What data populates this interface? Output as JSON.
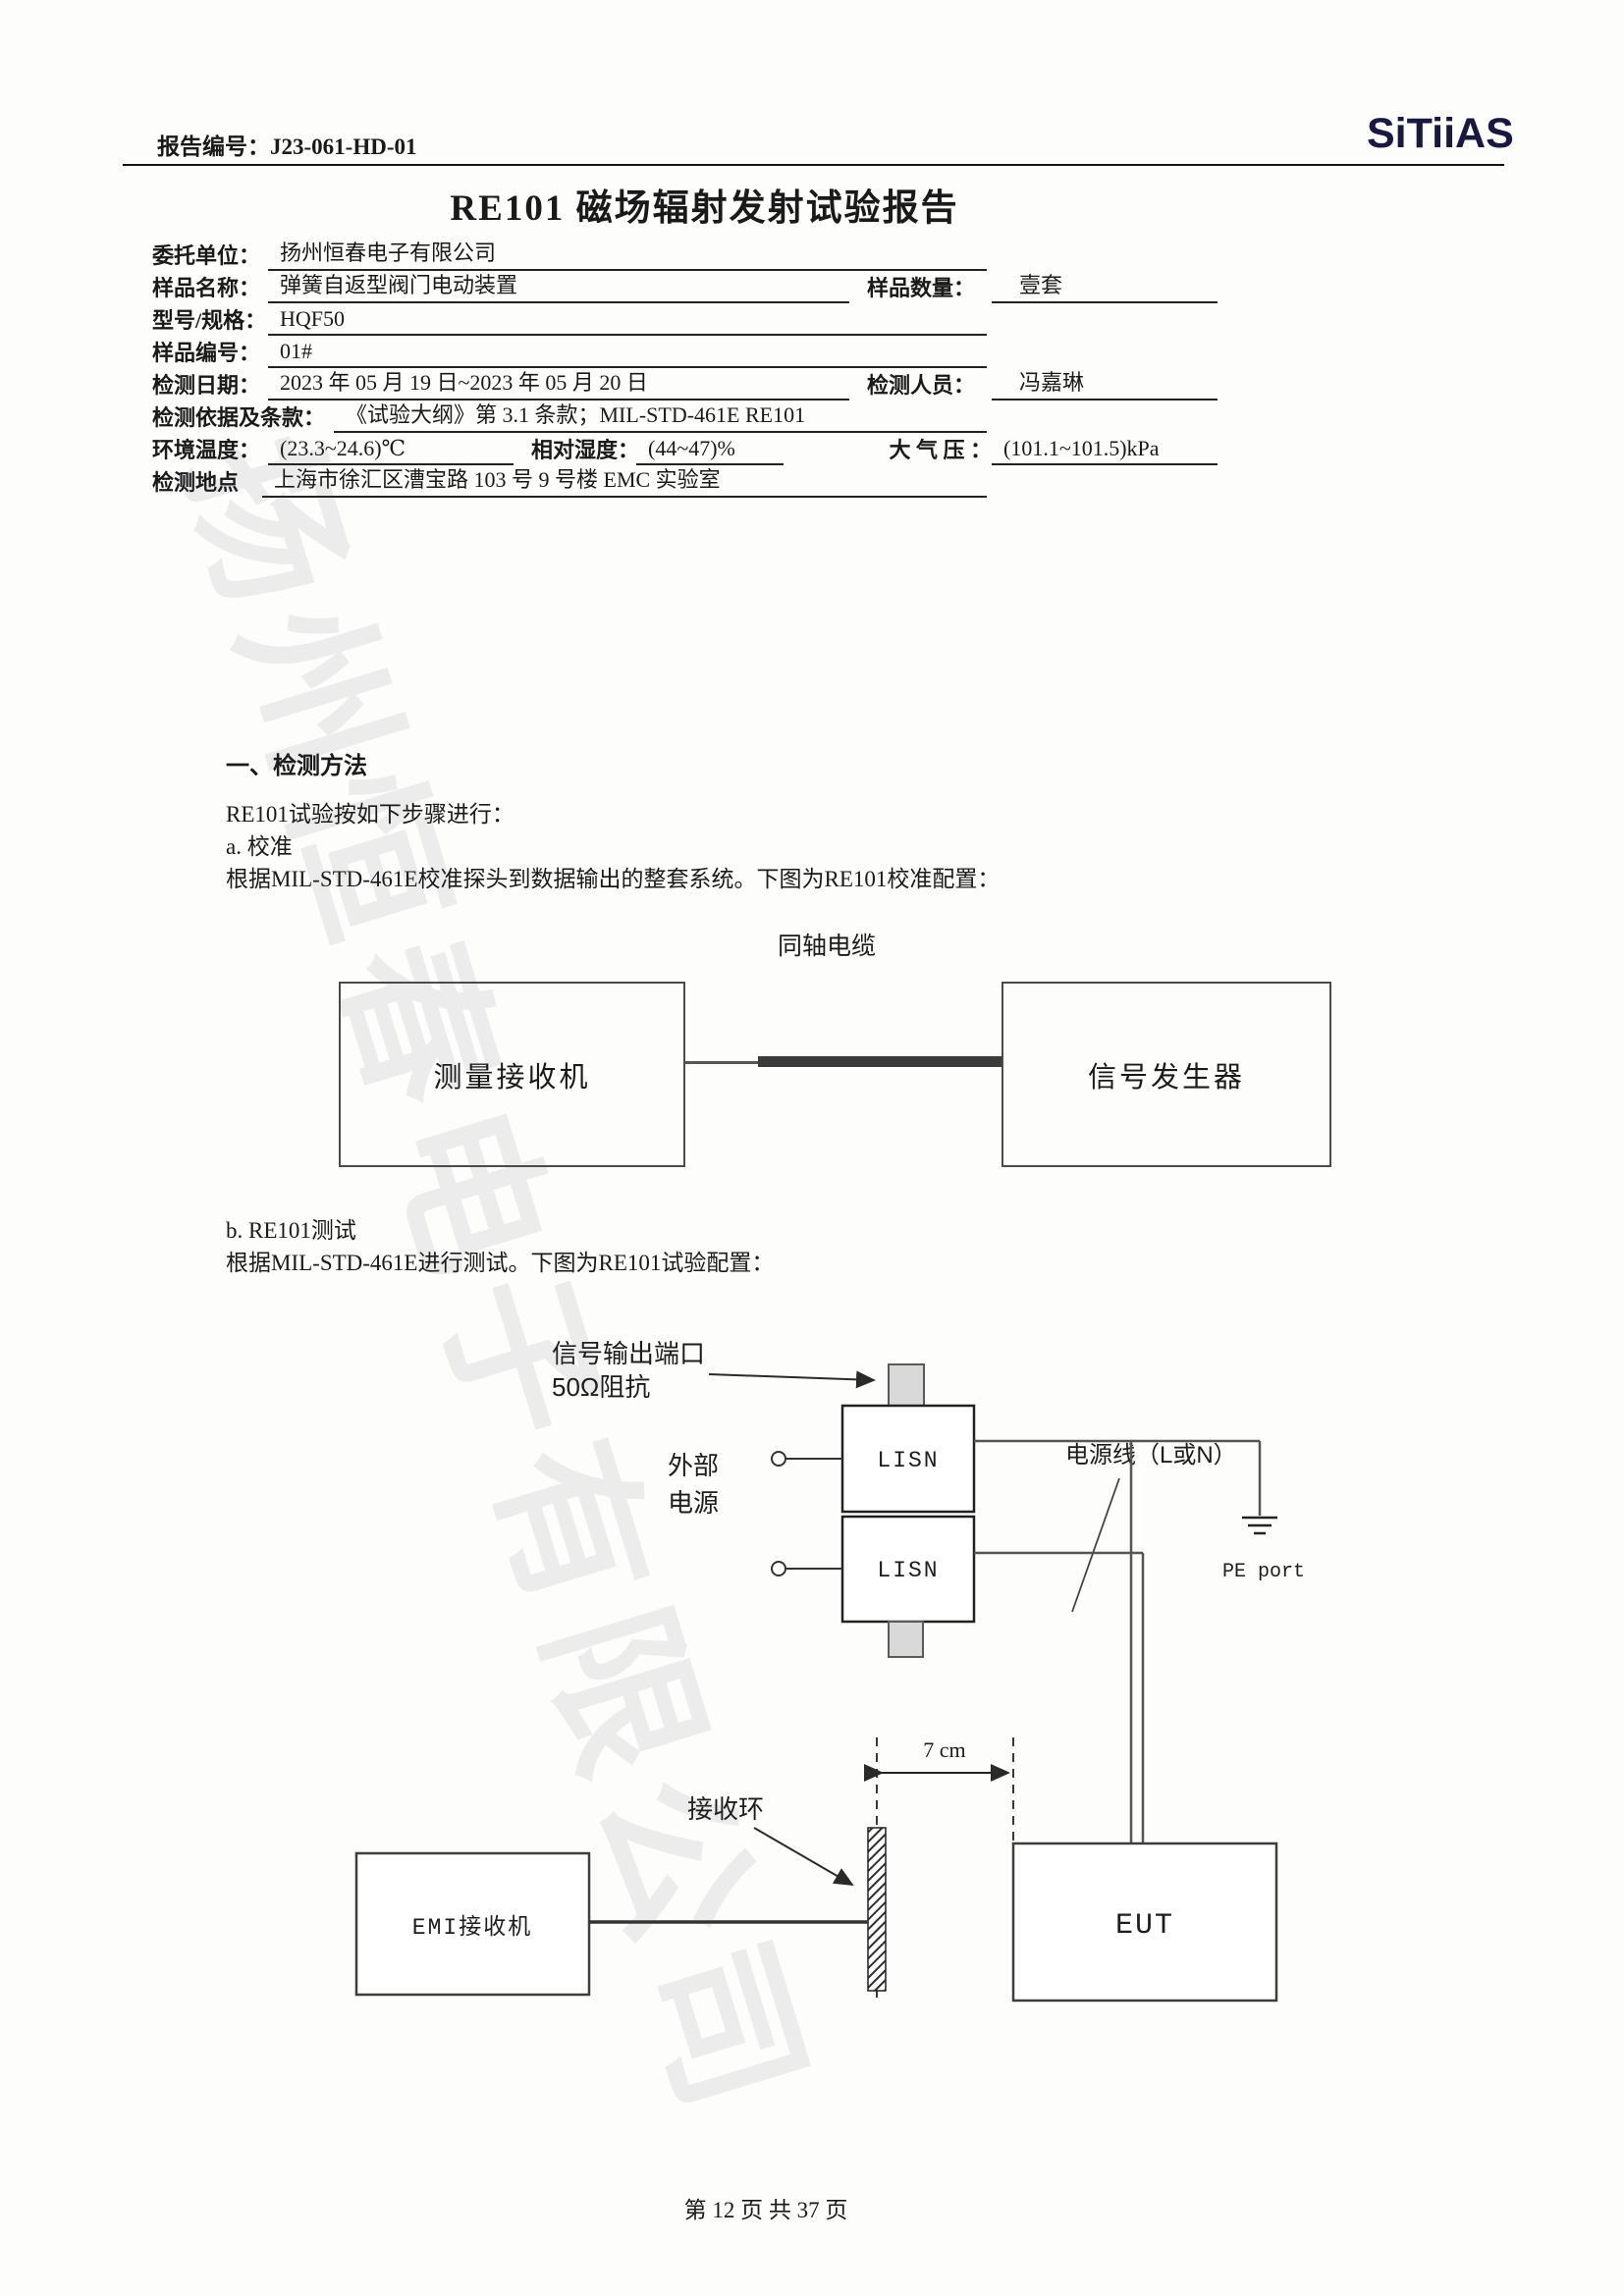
{
  "header": {
    "report_label": "报告编号：",
    "report_no": "J23-061-HD-01",
    "logo": "SiTiiAS"
  },
  "title": "RE101 磁场辐射发射试验报告",
  "form": {
    "client_label": "委托单位：",
    "client_value": "扬州恒春电子有限公司",
    "sample_name_label": "样品名称：",
    "sample_name_value": "弹簧自返型阀门电动装置",
    "sample_qty_label": "样品数量：",
    "sample_qty_value": "壹套",
    "model_label": "型号/规格：",
    "model_value": "HQF50",
    "sample_no_label": "样品编号：",
    "sample_no_value": "01#",
    "date_label": "检测日期：",
    "date_value": "2023 年 05 月 19 日~2023 年 05 月 20 日",
    "tester_label": "检测人员：",
    "tester_value": "冯嘉琳",
    "basis_label": "检测依据及条款：",
    "basis_value": "《试验大纲》第 3.1 条款；MIL-STD-461E RE101",
    "temperature_label": "环境温度：",
    "temperature_value": "(23.3~24.6)℃",
    "humidity_label": "相对湿度：",
    "humidity_value": "(44~47)%",
    "pressure_label": "大 气 压 ：",
    "pressure_value": "(101.1~101.5)kPa",
    "location_label": "检测地点",
    "location_value": "上海市徐汇区漕宝路 103 号 9 号楼 EMC 实验室"
  },
  "method": {
    "heading": "一、检测方法",
    "p1": "RE101试验按如下步骤进行：",
    "p2": "a. 校准",
    "p3": "根据MIL-STD-461E校准探头到数据输出的整套系统。下图为RE101校准配置：",
    "p4": "b. RE101测试",
    "p5": "根据MIL-STD-461E进行测试。下图为RE101试验配置："
  },
  "calibration_diagram": {
    "cable_label": "同轴电缆",
    "receiver_box": "测量接收机",
    "generator_box": "信号发生器"
  },
  "test_diagram": {
    "signal_port_line1": "信号输出端口",
    "signal_port_line2": "50Ω阻抗",
    "external_power_line1": "外部",
    "external_power_line2": "电源",
    "lisn_top": "LISN",
    "lisn_bottom": "LISN",
    "power_cable_label": "电源线（L或N）",
    "pe_port_label": "PE port",
    "distance_label": "7 cm",
    "loop_label": "接收环",
    "emi_receiver_box": "EMI接收机",
    "eut_box": "EUT"
  },
  "footer": {
    "page_info": "第 12 页 共 37 页"
  },
  "watermark": "扬州恒春电子有限公司"
}
